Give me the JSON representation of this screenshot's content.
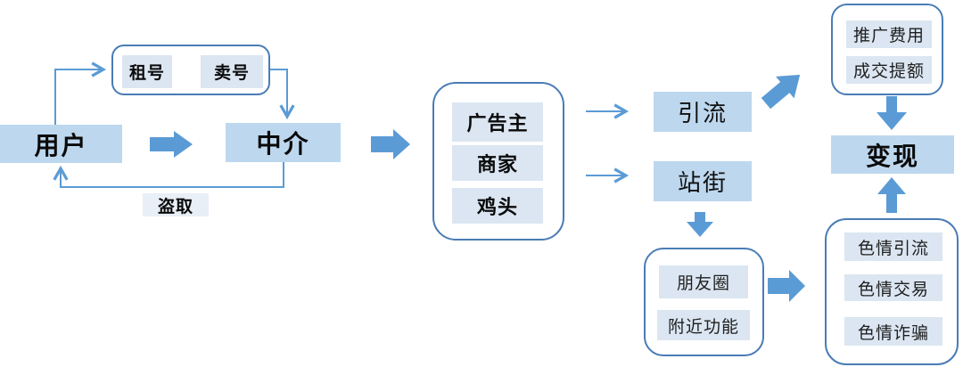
{
  "colors": {
    "box_fill": "#BDD7EE",
    "inner_box_fill": "#DBE6F2",
    "label_fill": "#E9EFF7",
    "arrow": "#5B9BD5",
    "container_border": "#4A7CB5",
    "text": "#0a0a0a"
  },
  "nodes": {
    "user": "用户",
    "rent": "租号",
    "sell": "卖号",
    "intermediary": "中介",
    "steal": "盗取",
    "advertiser": "广告主",
    "merchant": "商家",
    "pimp": "鸡头",
    "traffic": "引流",
    "street": "站街",
    "promo_fee": "推广费用",
    "deal_raise": "成交提额",
    "monetize": "变现",
    "moments": "朋友圈",
    "nearby": "附近功能",
    "porn_traffic": "色情引流",
    "porn_trade": "色情交易",
    "porn_fraud": "色情诈骗"
  }
}
